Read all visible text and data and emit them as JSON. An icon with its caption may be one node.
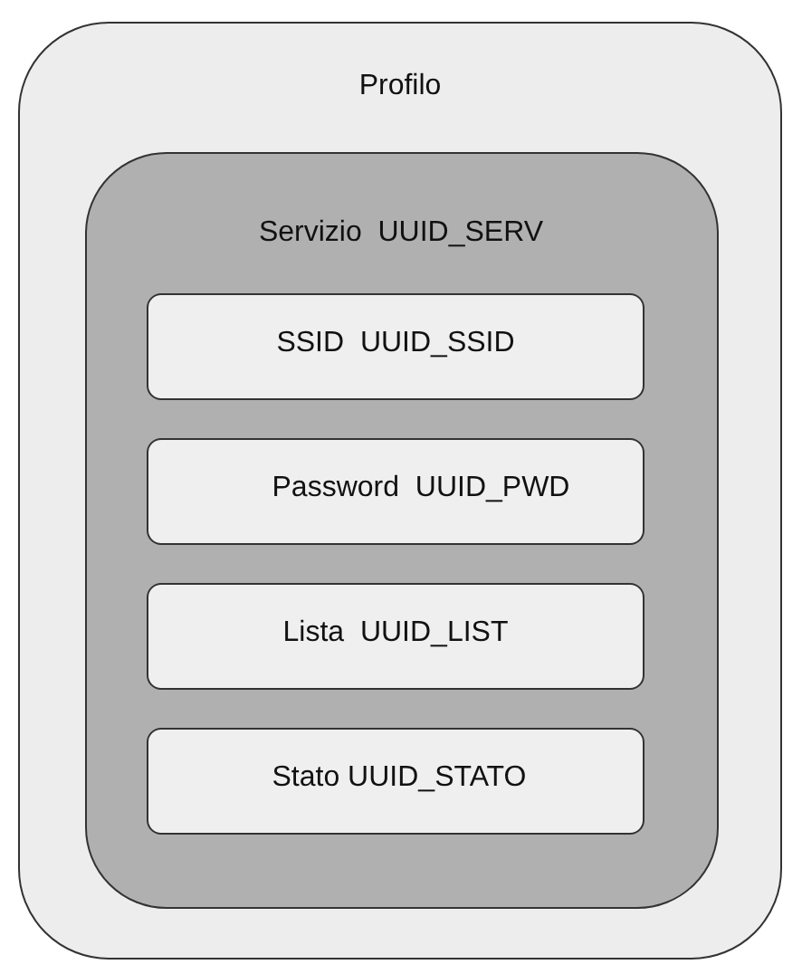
{
  "diagram": {
    "nodes": [
      {
        "text": [
          "Profilo"
        ]
      },
      {
        "text": [
          "Servizio  UUID_SERV"
        ],
        "in": 0
      },
      {
        "text": [
          "SSID  UUID_SSID"
        ],
        "in": 1
      },
      {
        "text": [
          "Password  UUID_PWD"
        ],
        "in": 1
      },
      {
        "text": [
          "Lista  UUID_LIST"
        ],
        "in": 1
      },
      {
        "text": [
          "Stato UUID_STATO"
        ],
        "in": 1
      }
    ]
  }
}
